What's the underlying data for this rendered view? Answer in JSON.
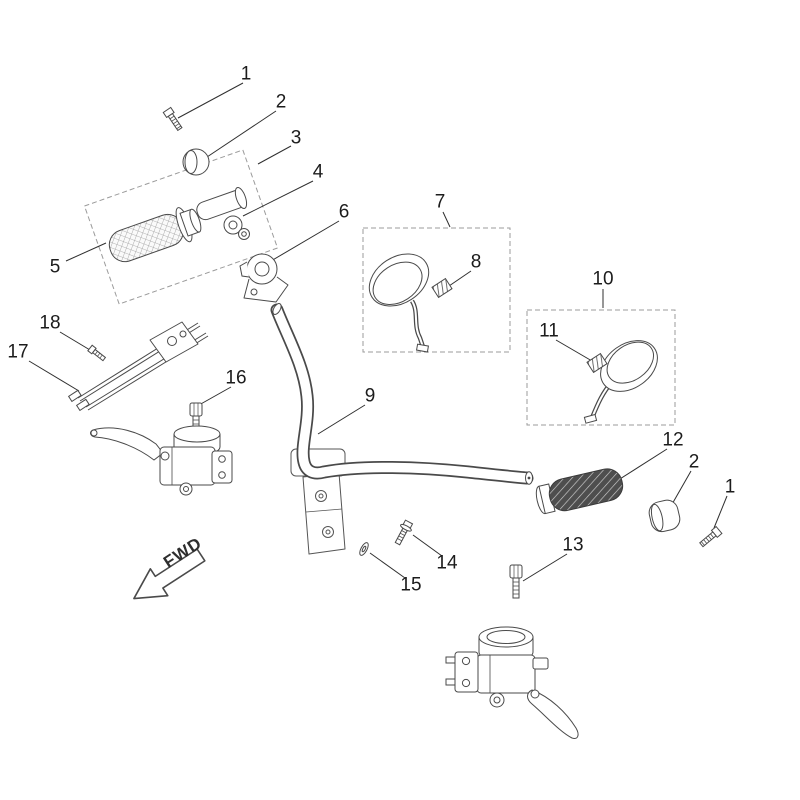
{
  "diagram": {
    "fwd_label": "FWD",
    "colors": {
      "line_art": "#4a4a4a",
      "dashed_box": "#9b9b9b",
      "background": "#ffffff"
    },
    "callouts": [
      {
        "text": "1"
      },
      {
        "text": "2"
      },
      {
        "text": "3"
      },
      {
        "text": "4"
      },
      {
        "text": "5"
      },
      {
        "text": "6"
      },
      {
        "text": "7"
      },
      {
        "text": "8"
      },
      {
        "text": "9"
      },
      {
        "text": "10"
      },
      {
        "text": "11"
      },
      {
        "text": "12"
      },
      {
        "text": "13"
      },
      {
        "text": "14"
      },
      {
        "text": "15"
      },
      {
        "text": "16"
      },
      {
        "text": "17"
      },
      {
        "text": "18"
      },
      {
        "text": "2"
      },
      {
        "text": "1"
      }
    ]
  }
}
